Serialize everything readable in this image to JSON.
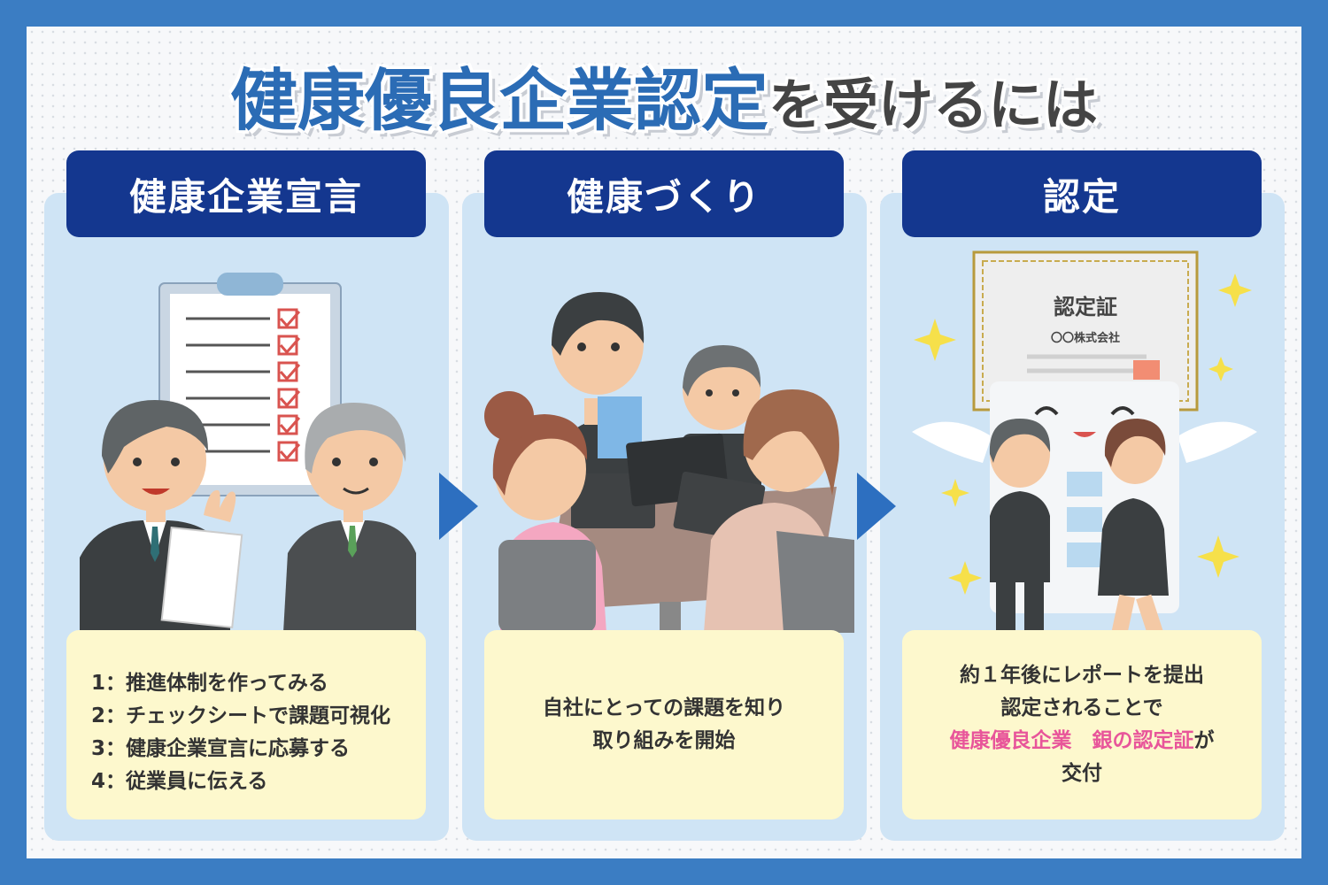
{
  "title": {
    "highlight": "健康優良企業認定",
    "rest": "を受けるには"
  },
  "steps": [
    {
      "header": "健康企業宣言",
      "items": [
        "1：推進体制を作ってみる",
        "2：チェックシートで課題可視化",
        "3：健康企業宣言に応募する",
        "4：従業員に伝える"
      ]
    },
    {
      "header": "健康づくり",
      "lines": [
        "自社にとっての課題を知り",
        "取り組みを開始"
      ]
    },
    {
      "header": "認定",
      "lines": [
        "約１年後にレポートを提出",
        "認定されることで"
      ],
      "emphasis": "健康優良企業　銀の認定証",
      "emphasis_suffix": "が",
      "last_line": "交付"
    }
  ],
  "certificate": {
    "title": "認定証",
    "company": "〇〇株式会社"
  },
  "colors": {
    "background": "#3b7dc3",
    "header": "#14378f",
    "panel": "#cfe4f5",
    "note": "#fdf8cd",
    "title_highlight": "#2b6cb5",
    "emphasis": "#e8559a"
  }
}
